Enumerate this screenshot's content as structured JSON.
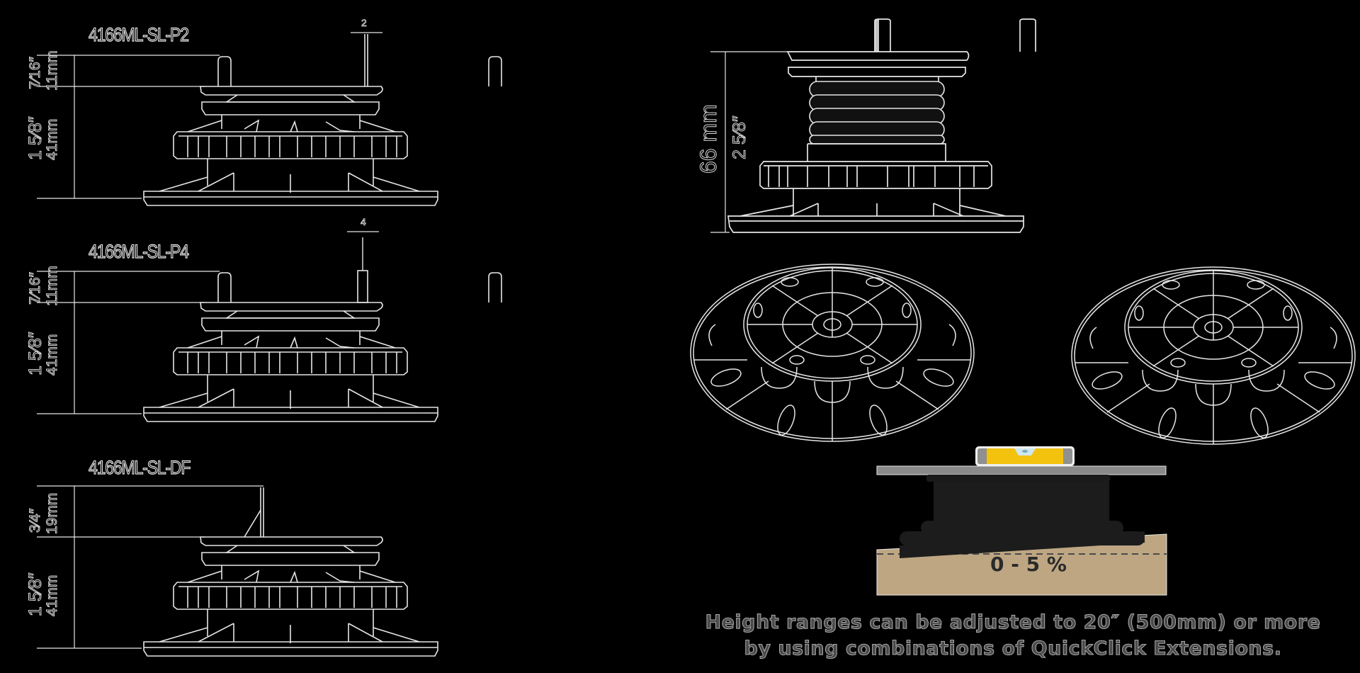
{
  "diagrams": {
    "pedestals": [
      {
        "model": "4166ML-SL-P2",
        "tab_width_label": "2",
        "top_dim": {
          "imperial": "7⁄16″",
          "metric": "11mm"
        },
        "base_dim": {
          "imperial": "1 5⁄8″",
          "metric": "41mm"
        }
      },
      {
        "model": "4166ML-SL-P4",
        "tab_width_label": "4",
        "top_dim": {
          "imperial": "7⁄16″",
          "metric": "11mm"
        },
        "base_dim": {
          "imperial": "1 5⁄8″",
          "metric": "41mm"
        }
      },
      {
        "model": "4166ML-SL-DF",
        "top_dim": {
          "imperial": "3⁄4″",
          "metric": "19mm"
        },
        "base_dim": {
          "imperial": "1 5⁄8″",
          "metric": "41mm"
        }
      }
    ],
    "extended_pedestal": {
      "dim": {
        "metric": "66 mm",
        "imperial": "2 5⁄8″"
      }
    },
    "slope": {
      "label": "0 - 5 %",
      "ground_color": "#bea683",
      "level_color": "#f3c20f"
    },
    "caption": {
      "line1": "Height ranges can be adjusted to 20″ (500mm) or more",
      "line2": "by using combinations of QuickClick Extensions."
    }
  },
  "colors": {
    "background": "#000000",
    "line": "#e6e6e6",
    "caption_text": "#4a4a4a"
  }
}
